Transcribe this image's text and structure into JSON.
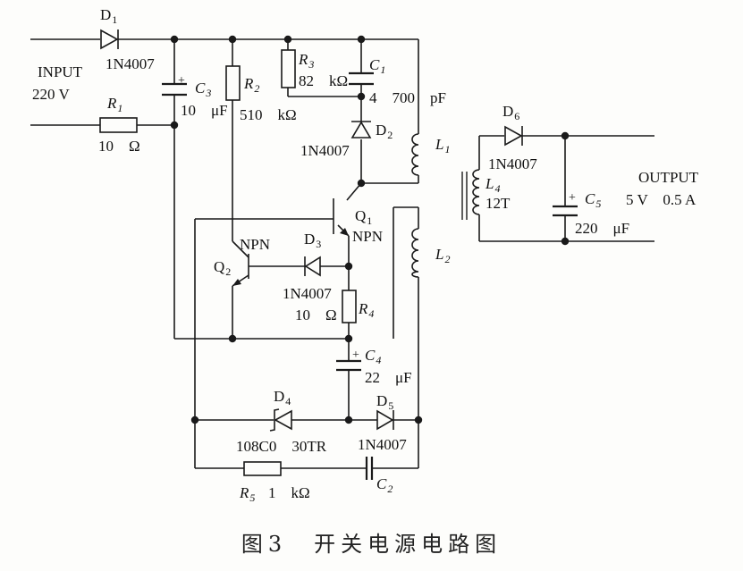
{
  "diagram": {
    "caption": "图3　开关电源电路图",
    "input": {
      "title": "INPUT",
      "voltage": "220 V"
    },
    "output": {
      "title": "OUTPUT",
      "spec": "5 V　0.5 A"
    },
    "components": {
      "D1": {
        "ref": "D",
        "sub": "1",
        "value": "1N4007"
      },
      "D2": {
        "ref": "D",
        "sub": "2",
        "value": "1N4007"
      },
      "D3": {
        "ref": "D",
        "sub": "3",
        "value": "1N4007"
      },
      "D4": {
        "ref": "D",
        "sub": "4",
        "value": "108C0　30TR"
      },
      "D5": {
        "ref": "D",
        "sub": "5",
        "value": "1N4007"
      },
      "D6": {
        "ref": "D",
        "sub": "6",
        "value": "1N4007"
      },
      "R1": {
        "ref": "R",
        "sub": "1",
        "value": "10　Ω"
      },
      "R2": {
        "ref": "R",
        "sub": "2",
        "value": "510　kΩ"
      },
      "R3": {
        "ref": "R",
        "sub": "3",
        "value": "82　kΩ"
      },
      "R4": {
        "ref": "R",
        "sub": "4",
        "value": "10　Ω"
      },
      "R5": {
        "ref": "R",
        "sub": "5",
        "value": "1　kΩ"
      },
      "C1": {
        "ref": "C",
        "sub": "1",
        "value": "4　700　pF"
      },
      "C2": {
        "ref": "C",
        "sub": "2"
      },
      "C3": {
        "ref": "C",
        "sub": "3",
        "value": "10　μF"
      },
      "C4": {
        "ref": "C",
        "sub": "4",
        "value": "22　μF"
      },
      "C5": {
        "ref": "C",
        "sub": "5",
        "value": "220　μF"
      },
      "Q1": {
        "ref": "Q",
        "sub": "1",
        "type": "NPN"
      },
      "Q2": {
        "ref": "Q",
        "sub": "2",
        "type": "NPN"
      },
      "L1": {
        "ref": "L",
        "sub": "1"
      },
      "L2": {
        "ref": "L",
        "sub": "2"
      },
      "L4": {
        "ref": "L",
        "sub": "4",
        "turns": "12T"
      }
    },
    "plus_sign": "+"
  }
}
